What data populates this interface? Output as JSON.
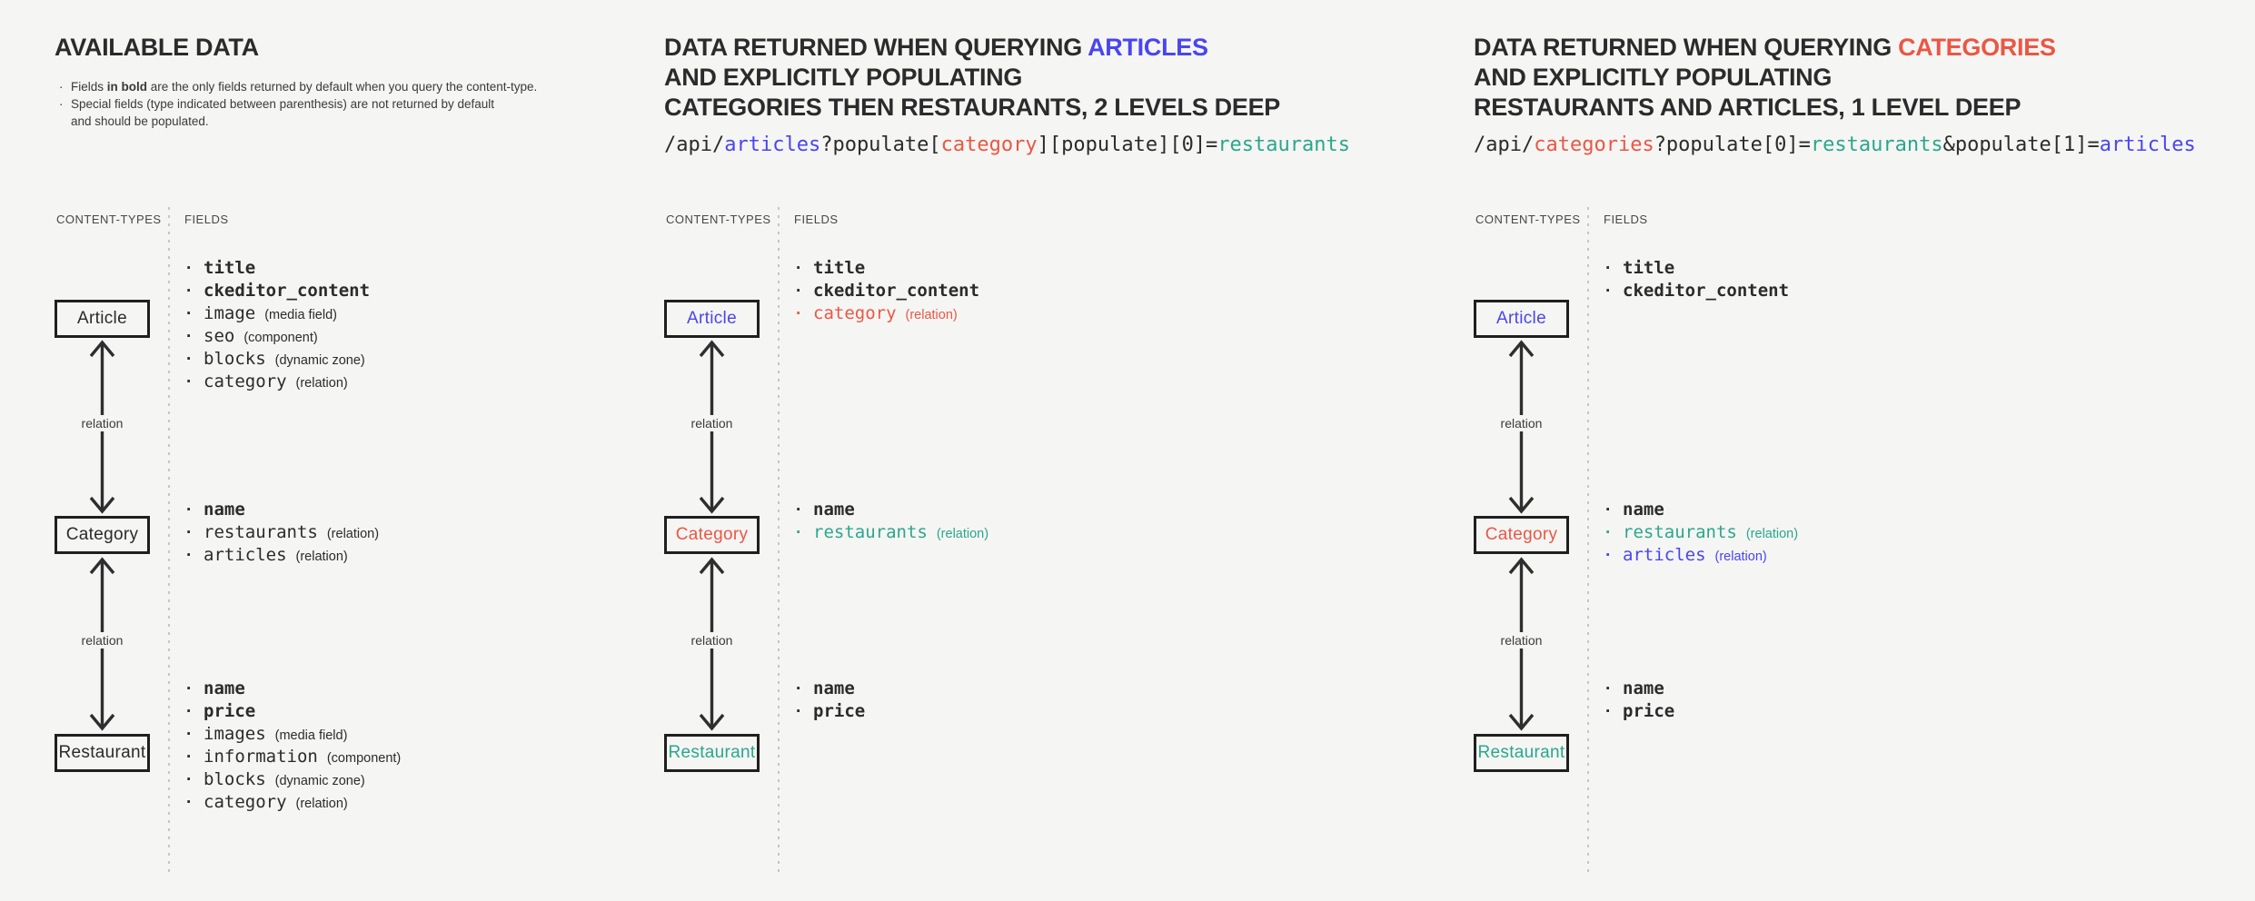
{
  "labels": {
    "content_types": "CONTENT-TYPES",
    "fields": "FIELDS",
    "relation": "relation",
    "bullet": "·"
  },
  "colors": {
    "background": "#f5f5f4",
    "dark": "#2b2b2b",
    "blue": "#4945f0",
    "red": "#ea5743",
    "teal": "#2aa78c",
    "muted": "#4a4a4a",
    "divider": "#c6c6c6",
    "box_border": "#1f1f1f",
    "arrow": "#2e2e2e"
  },
  "groups": [
    {
      "title_lines": [
        [
          {
            "t": "AVAILABLE DATA",
            "c": "dark"
          }
        ]
      ],
      "notes": [
        {
          "bullet": "·",
          "segments": [
            {
              "t": "Fields "
            },
            {
              "t": "in bold",
              "bold": true
            },
            {
              "t": " are the only fields returned by default when you query the content-type."
            }
          ]
        },
        {
          "bullet": "·",
          "segments": [
            {
              "t": "Special fields (type indicated between parenthesis) are not returned by default"
            }
          ]
        },
        {
          "bullet": "",
          "segments": [
            {
              "t": "and should be populated."
            }
          ]
        }
      ],
      "entities": [
        {
          "name": "Article",
          "color": "dark",
          "fields": [
            {
              "name": "title",
              "bold": true
            },
            {
              "name": "ckeditor_content",
              "bold": true
            },
            {
              "name": "image",
              "type": "(media field)"
            },
            {
              "name": "seo",
              "type": "(component)"
            },
            {
              "name": "blocks",
              "type": "(dynamic zone)"
            },
            {
              "name": "category",
              "type": "(relation)"
            }
          ]
        },
        {
          "name": "Category",
          "color": "dark",
          "fields": [
            {
              "name": "name",
              "bold": true
            },
            {
              "name": "restaurants",
              "type": "(relation)"
            },
            {
              "name": "articles",
              "type": "(relation)"
            }
          ]
        },
        {
          "name": "Restaurant",
          "color": "dark",
          "fields": [
            {
              "name": "name",
              "bold": true
            },
            {
              "name": "price",
              "bold": true
            },
            {
              "name": "images",
              "type": "(media field)"
            },
            {
              "name": "information",
              "type": "(component)"
            },
            {
              "name": "blocks",
              "type": "(dynamic zone)"
            },
            {
              "name": "category",
              "type": "(relation)"
            }
          ]
        }
      ]
    },
    {
      "title_lines": [
        [
          {
            "t": "DATA RETURNED WHEN QUERYING ",
            "c": "dark"
          },
          {
            "t": "ARTICLES",
            "c": "blue"
          }
        ],
        [
          {
            "t": "AND EXPLICITLY POPULATING",
            "c": "dark"
          }
        ],
        [
          {
            "t": "CATEGORIES THEN RESTAURANTS, 2 LEVELS DEEP",
            "c": "dark"
          }
        ]
      ],
      "code": [
        {
          "t": "/api/",
          "c": "dark"
        },
        {
          "t": "articles",
          "c": "blue"
        },
        {
          "t": "?populate[",
          "c": "dark"
        },
        {
          "t": "category",
          "c": "red"
        },
        {
          "t": "][populate][0]=",
          "c": "dark"
        },
        {
          "t": "restaurants",
          "c": "teal"
        }
      ],
      "entities": [
        {
          "name": "Article",
          "color": "blue",
          "fields": [
            {
              "name": "title",
              "bold": true
            },
            {
              "name": "ckeditor_content",
              "bold": true
            },
            {
              "name": "category",
              "type": "(relation)",
              "color": "red"
            }
          ]
        },
        {
          "name": "Category",
          "color": "red",
          "fields": [
            {
              "name": "name",
              "bold": true
            },
            {
              "name": "restaurants",
              "type": "(relation)",
              "color": "teal"
            }
          ]
        },
        {
          "name": "Restaurant",
          "color": "teal",
          "fields": [
            {
              "name": "name",
              "bold": true
            },
            {
              "name": "price",
              "bold": true
            }
          ]
        }
      ]
    },
    {
      "title_lines": [
        [
          {
            "t": "DATA RETURNED WHEN QUERYING ",
            "c": "dark"
          },
          {
            "t": "CATEGORIES",
            "c": "red"
          }
        ],
        [
          {
            "t": "AND EXPLICITLY POPULATING",
            "c": "dark"
          }
        ],
        [
          {
            "t": "RESTAURANTS AND ARTICLES, 1 LEVEL DEEP",
            "c": "dark"
          }
        ]
      ],
      "code": [
        {
          "t": "/api/",
          "c": "dark"
        },
        {
          "t": "categories",
          "c": "red"
        },
        {
          "t": "?populate[0]=",
          "c": "dark"
        },
        {
          "t": "restaurants",
          "c": "teal"
        },
        {
          "t": "&populate[1]=",
          "c": "dark"
        },
        {
          "t": "articles",
          "c": "blue"
        }
      ],
      "entities": [
        {
          "name": "Article",
          "color": "blue",
          "fields": [
            {
              "name": "title",
              "bold": true
            },
            {
              "name": "ckeditor_content",
              "bold": true
            }
          ]
        },
        {
          "name": "Category",
          "color": "red",
          "fields": [
            {
              "name": "name",
              "bold": true
            },
            {
              "name": "restaurants",
              "type": "(relation)",
              "color": "teal"
            },
            {
              "name": "articles",
              "type": "(relation)",
              "color": "blue"
            }
          ]
        },
        {
          "name": "Restaurant",
          "color": "teal",
          "fields": [
            {
              "name": "name",
              "bold": true
            },
            {
              "name": "price",
              "bold": true
            }
          ]
        }
      ]
    }
  ]
}
